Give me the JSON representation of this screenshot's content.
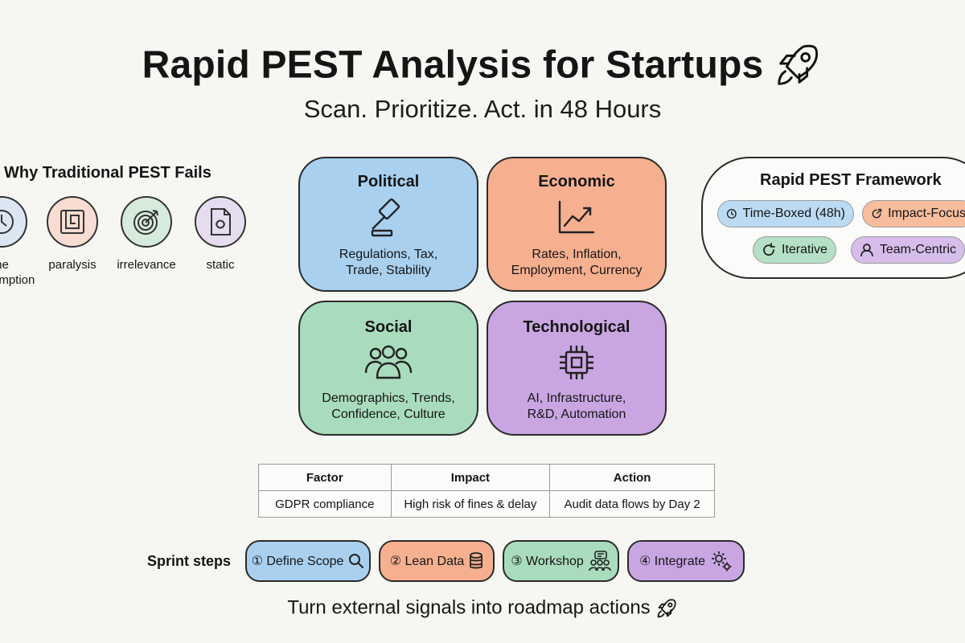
{
  "header": {
    "title": "Rapid PEST Analysis for Startups",
    "subtitle": "Scan. Prioritize. Act. in 48 Hours"
  },
  "fails": {
    "heading": "Why Traditional PEST Fails",
    "items": [
      {
        "label_line1": "me",
        "label_line2": "umption",
        "icon": "clock-icon",
        "color": "#dbe6f2"
      },
      {
        "label_line1": "paralysis",
        "label_line2": "",
        "icon": "maze-icon",
        "color": "#f9dcd2"
      },
      {
        "label_line1": "irrelevance",
        "label_line2": "",
        "icon": "target-icon",
        "color": "#d6ebdc"
      },
      {
        "label_line1": "static",
        "label_line2": "",
        "icon": "document-icon",
        "color": "#e6dcf0"
      }
    ]
  },
  "quadrants": [
    {
      "title": "Political",
      "line1": "Regulations, Tax,",
      "line2": "Trade, Stability",
      "icon": "gavel-icon",
      "color": "#a9d0ef"
    },
    {
      "title": "Economic",
      "line1": "Rates, Inflation,",
      "line2": "Employment, Currency",
      "icon": "growth-chart-icon",
      "color": "#f6b090"
    },
    {
      "title": "Social",
      "line1": "Demographics, Trends,",
      "line2": "Confidence, Culture",
      "icon": "people-icon",
      "color": "#a9dcbd"
    },
    {
      "title": "Technological",
      "line1": "AI, Infrastructure,",
      "line2": "R&D, Automation",
      "icon": "chip-icon",
      "color": "#c9a6e2"
    }
  ],
  "framework": {
    "title": "Rapid PEST Framework",
    "pills": [
      {
        "label": "Time-Boxed (48h)",
        "icon": "clock-icon",
        "color": "#bcdaf3"
      },
      {
        "label": "Impact-Focus",
        "icon": "arrow-icon",
        "color": "#f8bd9d"
      },
      {
        "label": "Iterative",
        "icon": "refresh-icon",
        "color": "#b5e0c5"
      },
      {
        "label": "Team-Centric",
        "icon": "person-icon",
        "color": "#d6bdea"
      }
    ]
  },
  "table": {
    "headers": [
      "Factor",
      "Impact",
      "Action"
    ],
    "row": [
      "GDPR compliance",
      "High risk of fines & delay",
      "Audit data flows by Day 2"
    ]
  },
  "sprint": {
    "label": "Sprint steps",
    "steps": [
      {
        "label": "① Define Scope",
        "icon": "search-icon",
        "color": "#a9d0ef"
      },
      {
        "label": "② Lean Data",
        "icon": "database-icon",
        "color": "#f6b090"
      },
      {
        "label": "③ Workshop",
        "icon": "team-chat-icon",
        "color": "#a9dcbd"
      },
      {
        "label": "④ Integrate",
        "icon": "gears-icon",
        "color": "#c9a6e2"
      }
    ]
  },
  "footer": {
    "text": "Turn external signals into roadmap actions"
  }
}
